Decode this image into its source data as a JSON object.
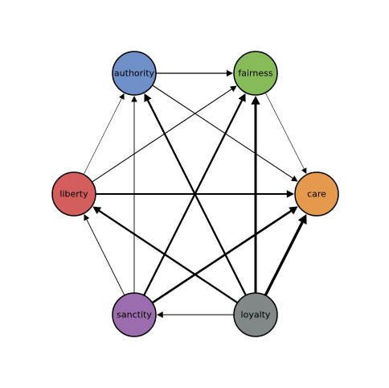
{
  "diagram": {
    "type": "directed-graph",
    "nodes": [
      {
        "id": "authority",
        "label": "authority",
        "color": "#6f8fc9"
      },
      {
        "id": "fairness",
        "label": "fairness",
        "color": "#87bb5a"
      },
      {
        "id": "liberty",
        "label": "liberty",
        "color": "#d45e5e"
      },
      {
        "id": "care",
        "label": "care",
        "color": "#e5994d"
      },
      {
        "id": "sanctity",
        "label": "sanctity",
        "color": "#9b6daf"
      },
      {
        "id": "loyalty",
        "label": "loyalty",
        "color": "#828787"
      }
    ],
    "edges": [
      {
        "from": "authority",
        "to": "fairness",
        "weight": 1.3
      },
      {
        "from": "authority",
        "to": "care",
        "weight": 1.1
      },
      {
        "from": "fairness",
        "to": "care",
        "weight": 0.6
      },
      {
        "from": "liberty",
        "to": "authority",
        "weight": 0.6
      },
      {
        "from": "liberty",
        "to": "fairness",
        "weight": 1.1
      },
      {
        "from": "liberty",
        "to": "care",
        "weight": 2.0
      },
      {
        "from": "sanctity",
        "to": "liberty",
        "weight": 0.9
      },
      {
        "from": "sanctity",
        "to": "authority",
        "weight": 0.9
      },
      {
        "from": "sanctity",
        "to": "fairness",
        "weight": 2.3
      },
      {
        "from": "sanctity",
        "to": "care",
        "weight": 2.6
      },
      {
        "from": "loyalty",
        "to": "sanctity",
        "weight": 1.1
      },
      {
        "from": "loyalty",
        "to": "liberty",
        "weight": 2.3
      },
      {
        "from": "loyalty",
        "to": "authority",
        "weight": 2.3
      },
      {
        "from": "loyalty",
        "to": "fairness",
        "weight": 3.0
      },
      {
        "from": "loyalty",
        "to": "care",
        "weight": 3.4
      }
    ]
  }
}
